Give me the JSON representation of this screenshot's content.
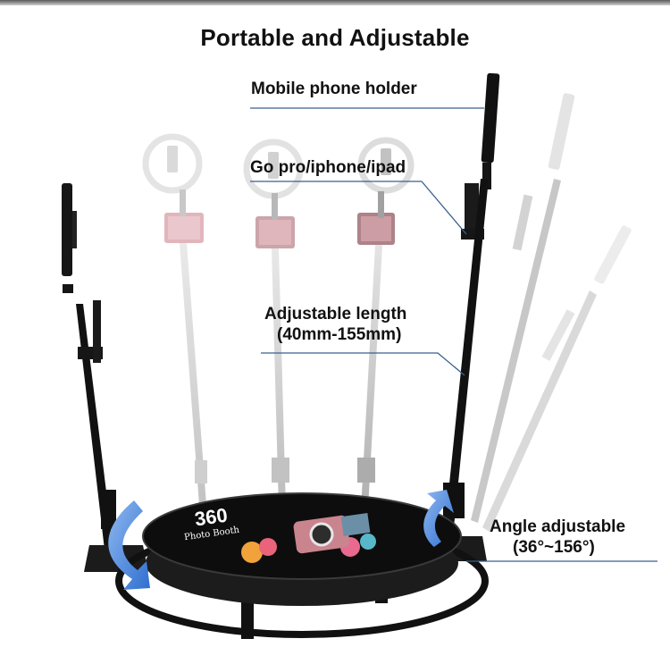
{
  "title": "Portable and Adjustable",
  "labels": {
    "mobile_phone_holder": "Mobile phone holder",
    "gopro_mount": "Go pro/iphone/ipad",
    "adjustable_length": "Adjustable length",
    "adjustable_length_range": "(40mm-155mm)",
    "angle_adjustable": "Angle adjustable",
    "angle_adjustable_range": "(36°~156°)"
  },
  "platform_logo": {
    "mark": "360",
    "brand": "Photo Booth"
  },
  "colors": {
    "callout_line": "#3a5f8f",
    "arrow_blue": "#3f7fd8",
    "pole_black": "#111111",
    "ghost_pole": "#9a9a9a",
    "platform_top": "#0d0d0d"
  },
  "icons": {
    "rotation_arrow_left": "curved-arrow-icon",
    "rotation_arrow_right": "curved-arrow-icon"
  }
}
